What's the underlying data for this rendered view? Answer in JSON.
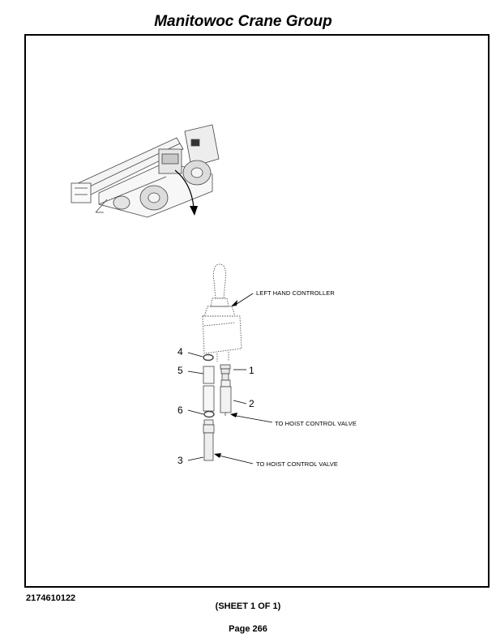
{
  "header": {
    "title": "Manitowoc Crane Group"
  },
  "diagram": {
    "callouts": [
      "1",
      "2",
      "3",
      "4",
      "5",
      "6"
    ],
    "labels": {
      "controller": "LEFT HAND CONTROLLER",
      "valve_upper": "TO HOIST CONTROL VALVE",
      "valve_lower": "TO HOIST CONTROL VALVE"
    }
  },
  "footer": {
    "part_number": "2174610122",
    "sheet": "(SHEET 1 OF 1)",
    "page": "Page 266"
  }
}
